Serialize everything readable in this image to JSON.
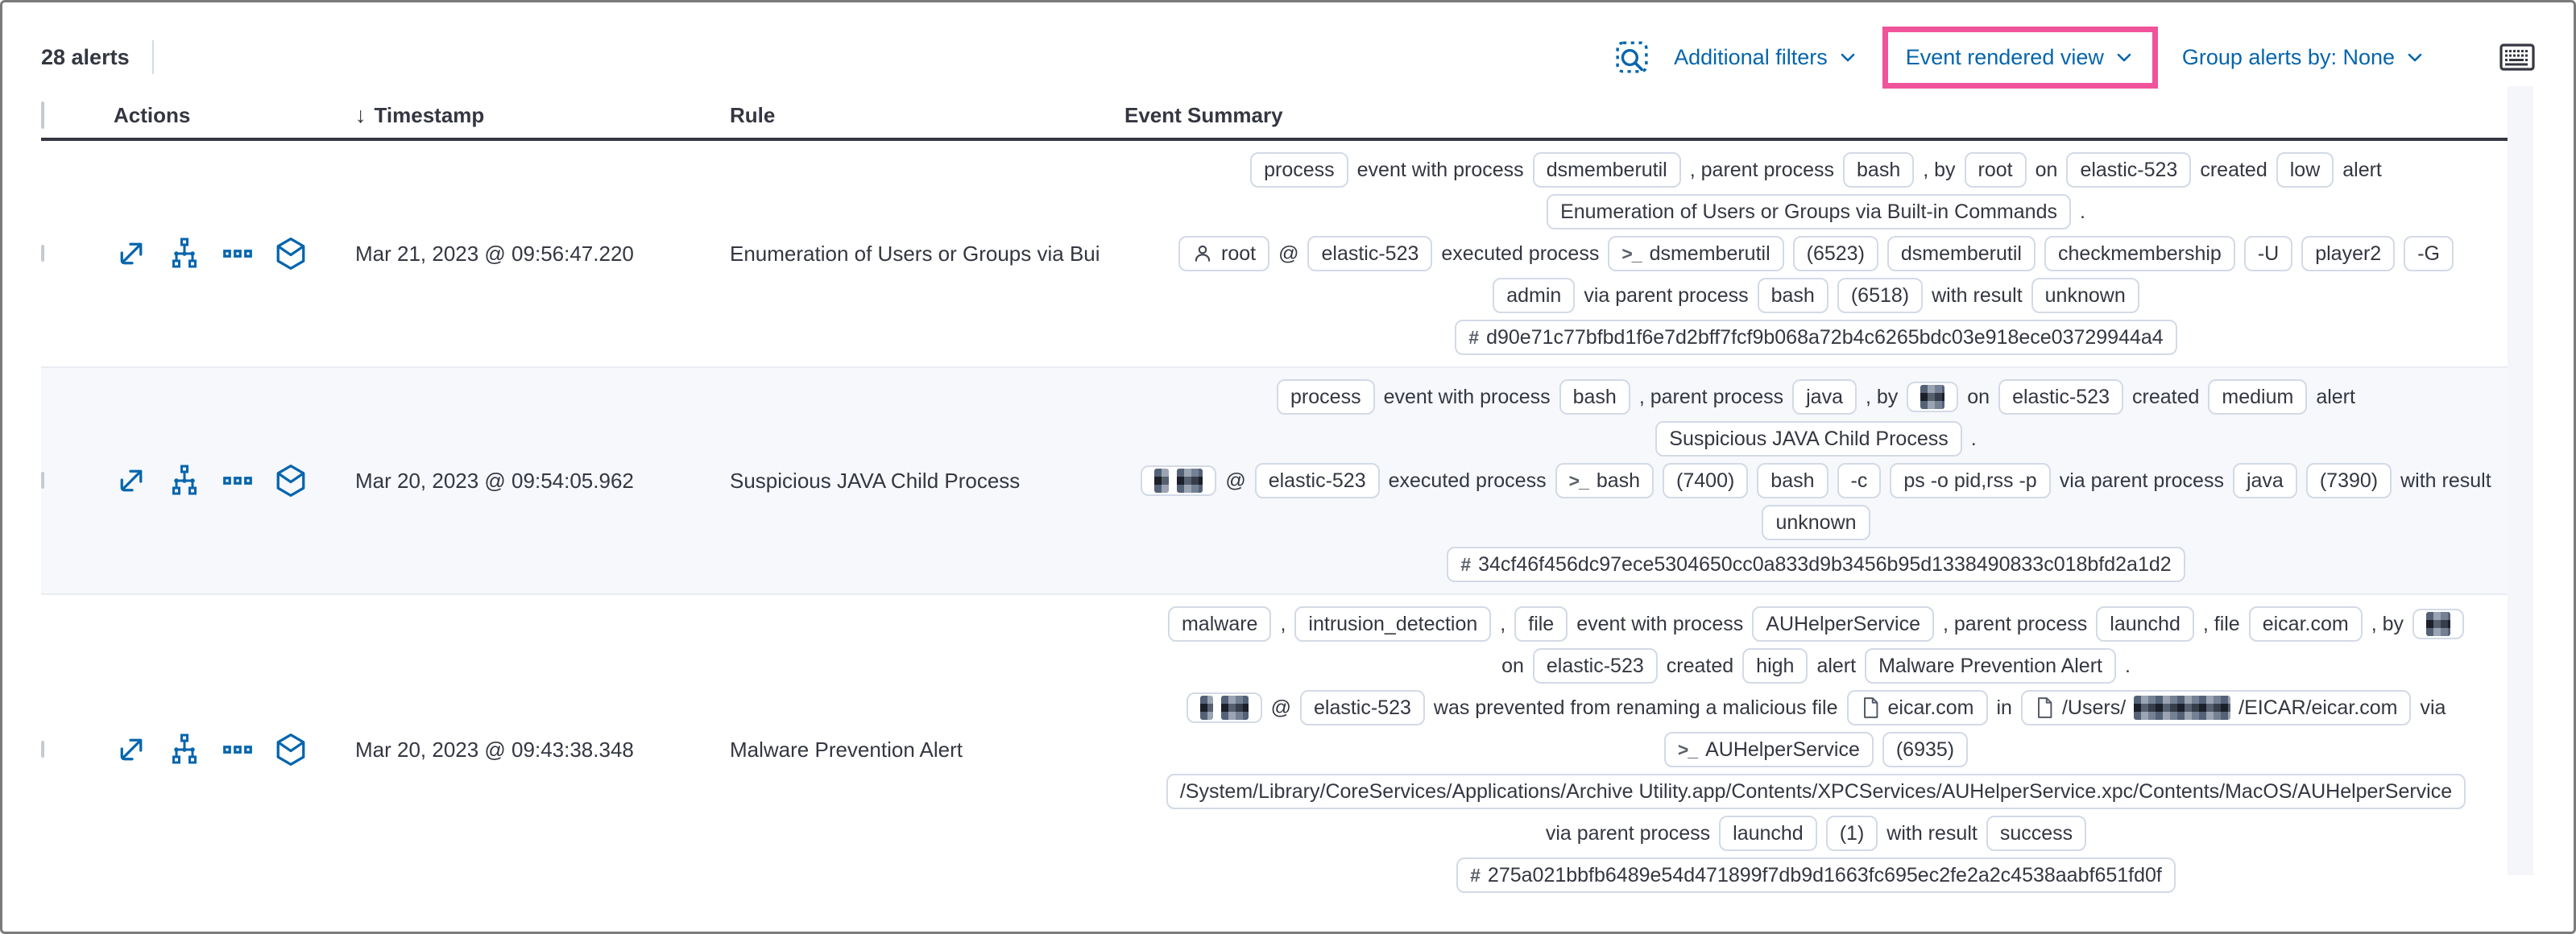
{
  "colors": {
    "link_blue": "#0565ad",
    "highlight_pink": "#f0539a",
    "text": "#343741",
    "badge_border": "#d3dae6",
    "alt_row_bg": "#f6f8fc"
  },
  "toolbar": {
    "alert_count": "28 alerts",
    "additional_filters_label": "Additional filters",
    "view_selector_label": "Event rendered view",
    "group_alerts_label": "Group alerts by: None"
  },
  "table": {
    "headers": {
      "actions": "Actions",
      "timestamp": "Timestamp",
      "rule": "Rule",
      "event_summary": "Event Summary"
    },
    "row_action_icons": [
      "expand",
      "analyzer",
      "more-actions",
      "timeline"
    ],
    "rows": [
      {
        "timestamp": "Mar 21, 2023 @ 09:56:47.220",
        "rule": "Enumeration of Users or Groups via Bui",
        "summary": [
          [
            {
              "b": "process"
            },
            {
              "t": "event with process"
            },
            {
              "b": "dsmemberutil"
            },
            {
              "t": ", parent process"
            },
            {
              "b": "bash"
            },
            {
              "t": ", by"
            },
            {
              "b": "root"
            },
            {
              "t": "on"
            },
            {
              "b": "elastic-523"
            },
            {
              "t": "created"
            },
            {
              "b": "low"
            },
            {
              "t": "alert"
            }
          ],
          [
            {
              "b": "Enumeration of Users or Groups via Built-in Commands"
            },
            {
              "t": "."
            }
          ],
          [
            {
              "b": "root",
              "icon": "user"
            },
            {
              "t": "@"
            },
            {
              "b": "elastic-523"
            },
            {
              "t": "executed process"
            },
            {
              "b": "dsmemberutil",
              "icon": "terminal"
            },
            {
              "b": "(6523)"
            },
            {
              "b": "dsmemberutil"
            },
            {
              "b": "checkmembership"
            },
            {
              "b": "-U"
            },
            {
              "b": "player2"
            },
            {
              "b": "-G"
            }
          ],
          [
            {
              "b": "admin"
            },
            {
              "t": "via parent process"
            },
            {
              "b": "bash"
            },
            {
              "b": "(6518)"
            },
            {
              "t": "with result"
            },
            {
              "b": "unknown"
            }
          ],
          [
            {
              "b": "d90e71c77bfbd1f6e7d2bff7fcf9b068a72b4c6265bdc03e918ece03729944a4",
              "icon": "hash"
            }
          ]
        ]
      },
      {
        "timestamp": "Mar 20, 2023 @ 09:54:05.962",
        "rule": "Suspicious JAVA Child Process",
        "summary": [
          [
            {
              "b": "process"
            },
            {
              "t": "event with process"
            },
            {
              "b": "bash"
            },
            {
              "t": ", parent process"
            },
            {
              "b": "java"
            },
            {
              "t": ", by"
            },
            {
              "b": [
                {
                  "r": 30
                }
              ]
            },
            {
              "t": "on"
            },
            {
              "b": "elastic-523"
            },
            {
              "t": "created"
            },
            {
              "b": "medium"
            },
            {
              "t": "alert"
            }
          ],
          [
            {
              "b": "Suspicious JAVA Child Process"
            },
            {
              "t": "."
            }
          ],
          [
            {
              "b": [
                {
                  "r": 18
                },
                {
                  "r": 32
                }
              ]
            },
            {
              "t": "@"
            },
            {
              "b": "elastic-523"
            },
            {
              "t": "executed process"
            },
            {
              "b": "bash",
              "icon": "terminal"
            },
            {
              "b": "(7400)"
            },
            {
              "b": "bash"
            },
            {
              "b": "-c"
            },
            {
              "b": "ps -o pid,rss -p"
            },
            {
              "t": "via parent process"
            },
            {
              "b": "java"
            },
            {
              "b": "(7390)"
            },
            {
              "t": "with result"
            }
          ],
          [
            {
              "b": "unknown"
            }
          ],
          [
            {
              "b": "34cf46f456dc97ece5304650cc0a833d9b3456b95d1338490833c018bfd2a1d2",
              "icon": "hash"
            }
          ]
        ]
      },
      {
        "timestamp": "Mar 20, 2023 @ 09:43:38.348",
        "rule": "Malware Prevention Alert",
        "summary": [
          [
            {
              "b": "malware"
            },
            {
              "t": ","
            },
            {
              "b": "intrusion_detection"
            },
            {
              "t": ","
            },
            {
              "b": "file"
            },
            {
              "t": "event with process"
            },
            {
              "b": "AUHelperService"
            },
            {
              "t": ", parent process"
            },
            {
              "b": "launchd"
            },
            {
              "t": ", file"
            },
            {
              "b": "eicar.com"
            },
            {
              "t": ", by"
            },
            {
              "b": [
                {
                  "r": 30
                }
              ]
            }
          ],
          [
            {
              "t": "on"
            },
            {
              "b": "elastic-523"
            },
            {
              "t": "created"
            },
            {
              "b": "high"
            },
            {
              "t": "alert"
            },
            {
              "b": "Malware Prevention Alert"
            },
            {
              "t": "."
            }
          ],
          [
            {
              "b": [
                {
                  "r": 16
                },
                {
                  "r": 34
                }
              ]
            },
            {
              "t": "@"
            },
            {
              "b": "elastic-523"
            },
            {
              "t": "was prevented from renaming a malicious file"
            },
            {
              "b": "eicar.com",
              "icon": "file"
            },
            {
              "t": "in"
            },
            {
              "b": [
                {
                  "t": "/Users/"
                },
                {
                  "r": 120
                },
                {
                  "t": "/EICAR/eicar.com"
                }
              ],
              "icon": "file"
            },
            {
              "t": "via"
            }
          ],
          [
            {
              "b": "AUHelperService",
              "icon": "terminal"
            },
            {
              "b": "(6935)"
            }
          ],
          [
            {
              "b": "/System/Library/CoreServices/Applications/Archive Utility.app/Contents/XPCServices/AUHelperService.xpc/Contents/MacOS/AUHelperService"
            }
          ],
          [
            {
              "t": "via parent process"
            },
            {
              "b": "launchd"
            },
            {
              "b": "(1)"
            },
            {
              "t": "with result"
            },
            {
              "b": "success"
            }
          ],
          [
            {
              "b": "275a021bbfb6489e54d471899f7db9d1663fc695ec2fe2a2c4538aabf651fd0f",
              "icon": "hash"
            }
          ]
        ]
      }
    ]
  }
}
